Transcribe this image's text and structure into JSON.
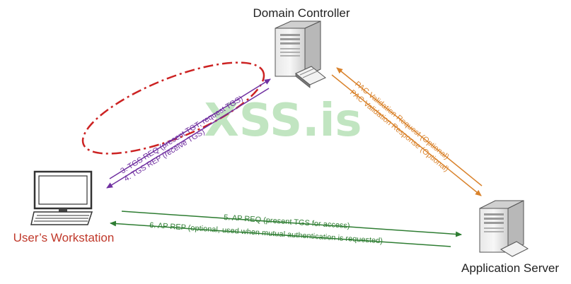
{
  "nodes": {
    "domain_controller": "Domain Controller",
    "workstation": "User’s Workstation",
    "app_server": "Application Server"
  },
  "arrows": {
    "tgs_req": "3. TGS REQ (present TGT, request TGS)",
    "tgs_rep": "4. TGS REP (receive TGS)",
    "pac_req": "PAC Validation Request (Optional)",
    "pac_rep": "PAC Validation Response (Optional)",
    "ap_req": "5. AP REQ (present TGS for access)",
    "ap_rep": "6. AP REP (optional, used when mutual authentication is requested)"
  },
  "watermark": "XSS.is",
  "colors": {
    "tgs": "#7030a0",
    "pac": "#d9822b",
    "ap": "#2e7d32",
    "ellipse": "#cc2222",
    "workstation_label": "#c0392b"
  }
}
